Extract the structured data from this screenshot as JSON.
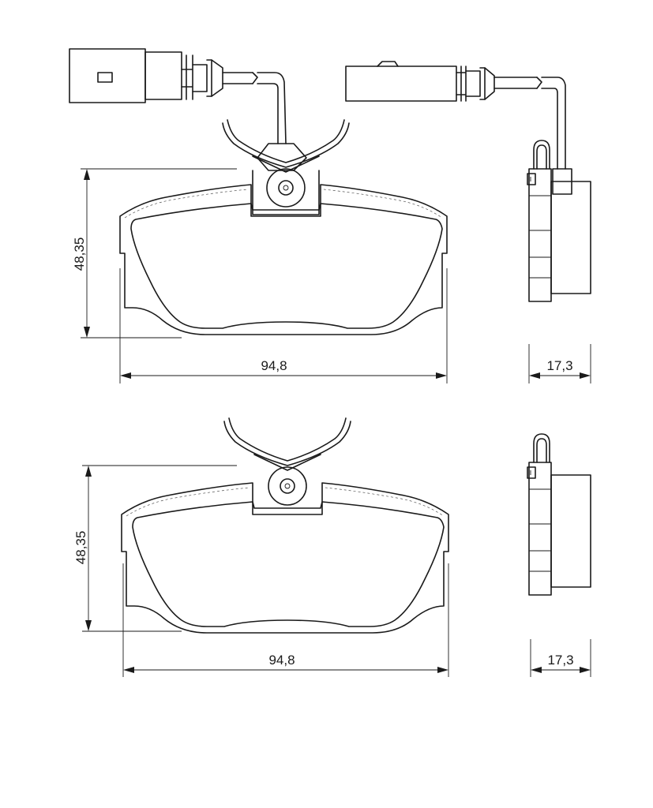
{
  "top_view": {
    "height_label": "48,35",
    "width_label": "94,8",
    "thickness_label": "17,3"
  },
  "bottom_view": {
    "height_label": "48,35",
    "width_label": "94,8",
    "thickness_label": "17,3"
  }
}
